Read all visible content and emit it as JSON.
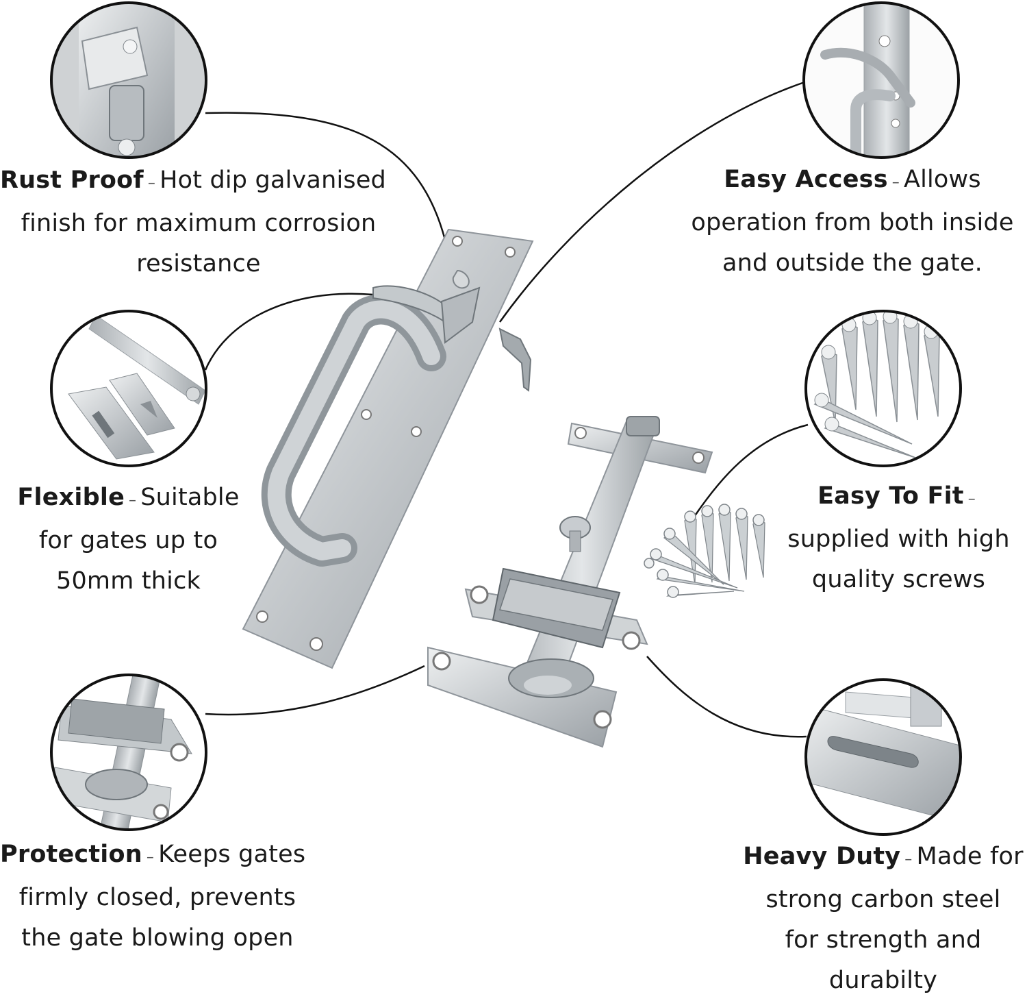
{
  "features": {
    "rust_proof": {
      "title": "Rust Proof",
      "dash": "–",
      "line1": "Hot dip galvanised",
      "line2": "finish for maximum corrosion",
      "line3": "resistance"
    },
    "easy_access": {
      "title": "Easy Access",
      "dash": "–",
      "line1": "Allows",
      "line2": "operation from both inside",
      "line3": "and outside the gate."
    },
    "flexible": {
      "title": "Flexible",
      "dash": "–",
      "line1": "Suitable",
      "line2": "for gates up to",
      "line3": "50mm thick"
    },
    "easy_to_fit": {
      "title": "Easy To Fit",
      "dash": "–",
      "line2": "supplied with high",
      "line3": "quality screws"
    },
    "protection": {
      "title": "Protection",
      "dash": "–",
      "line1": "Keeps gates",
      "line2": "firmly closed, prevents",
      "line3": "the gate blowing open"
    },
    "heavy_duty": {
      "title": "Heavy Duty",
      "dash": "–",
      "line1": "Made for",
      "line2": "strong carbon steel",
      "line3": "for strength and",
      "line4": "durabilty"
    }
  },
  "colors": {
    "metal_light": "#d9dde0",
    "metal_mid": "#b4b9bd",
    "metal_dark": "#7d8489",
    "outline": "#111111",
    "text": "#1a1a1a"
  },
  "icons": {
    "thumb_rust_proof": "latch-closeup-icon",
    "thumb_easy_access": "thumb-lever-closeup-icon",
    "thumb_flexible": "keep-plates-icon",
    "thumb_easy_to_fit": "screws-closeup-icon",
    "thumb_protection": "bolt-keeper-closeup-icon",
    "thumb_heavy_duty": "slotted-plate-closeup-icon",
    "product": "gate-latch-set-icon"
  }
}
